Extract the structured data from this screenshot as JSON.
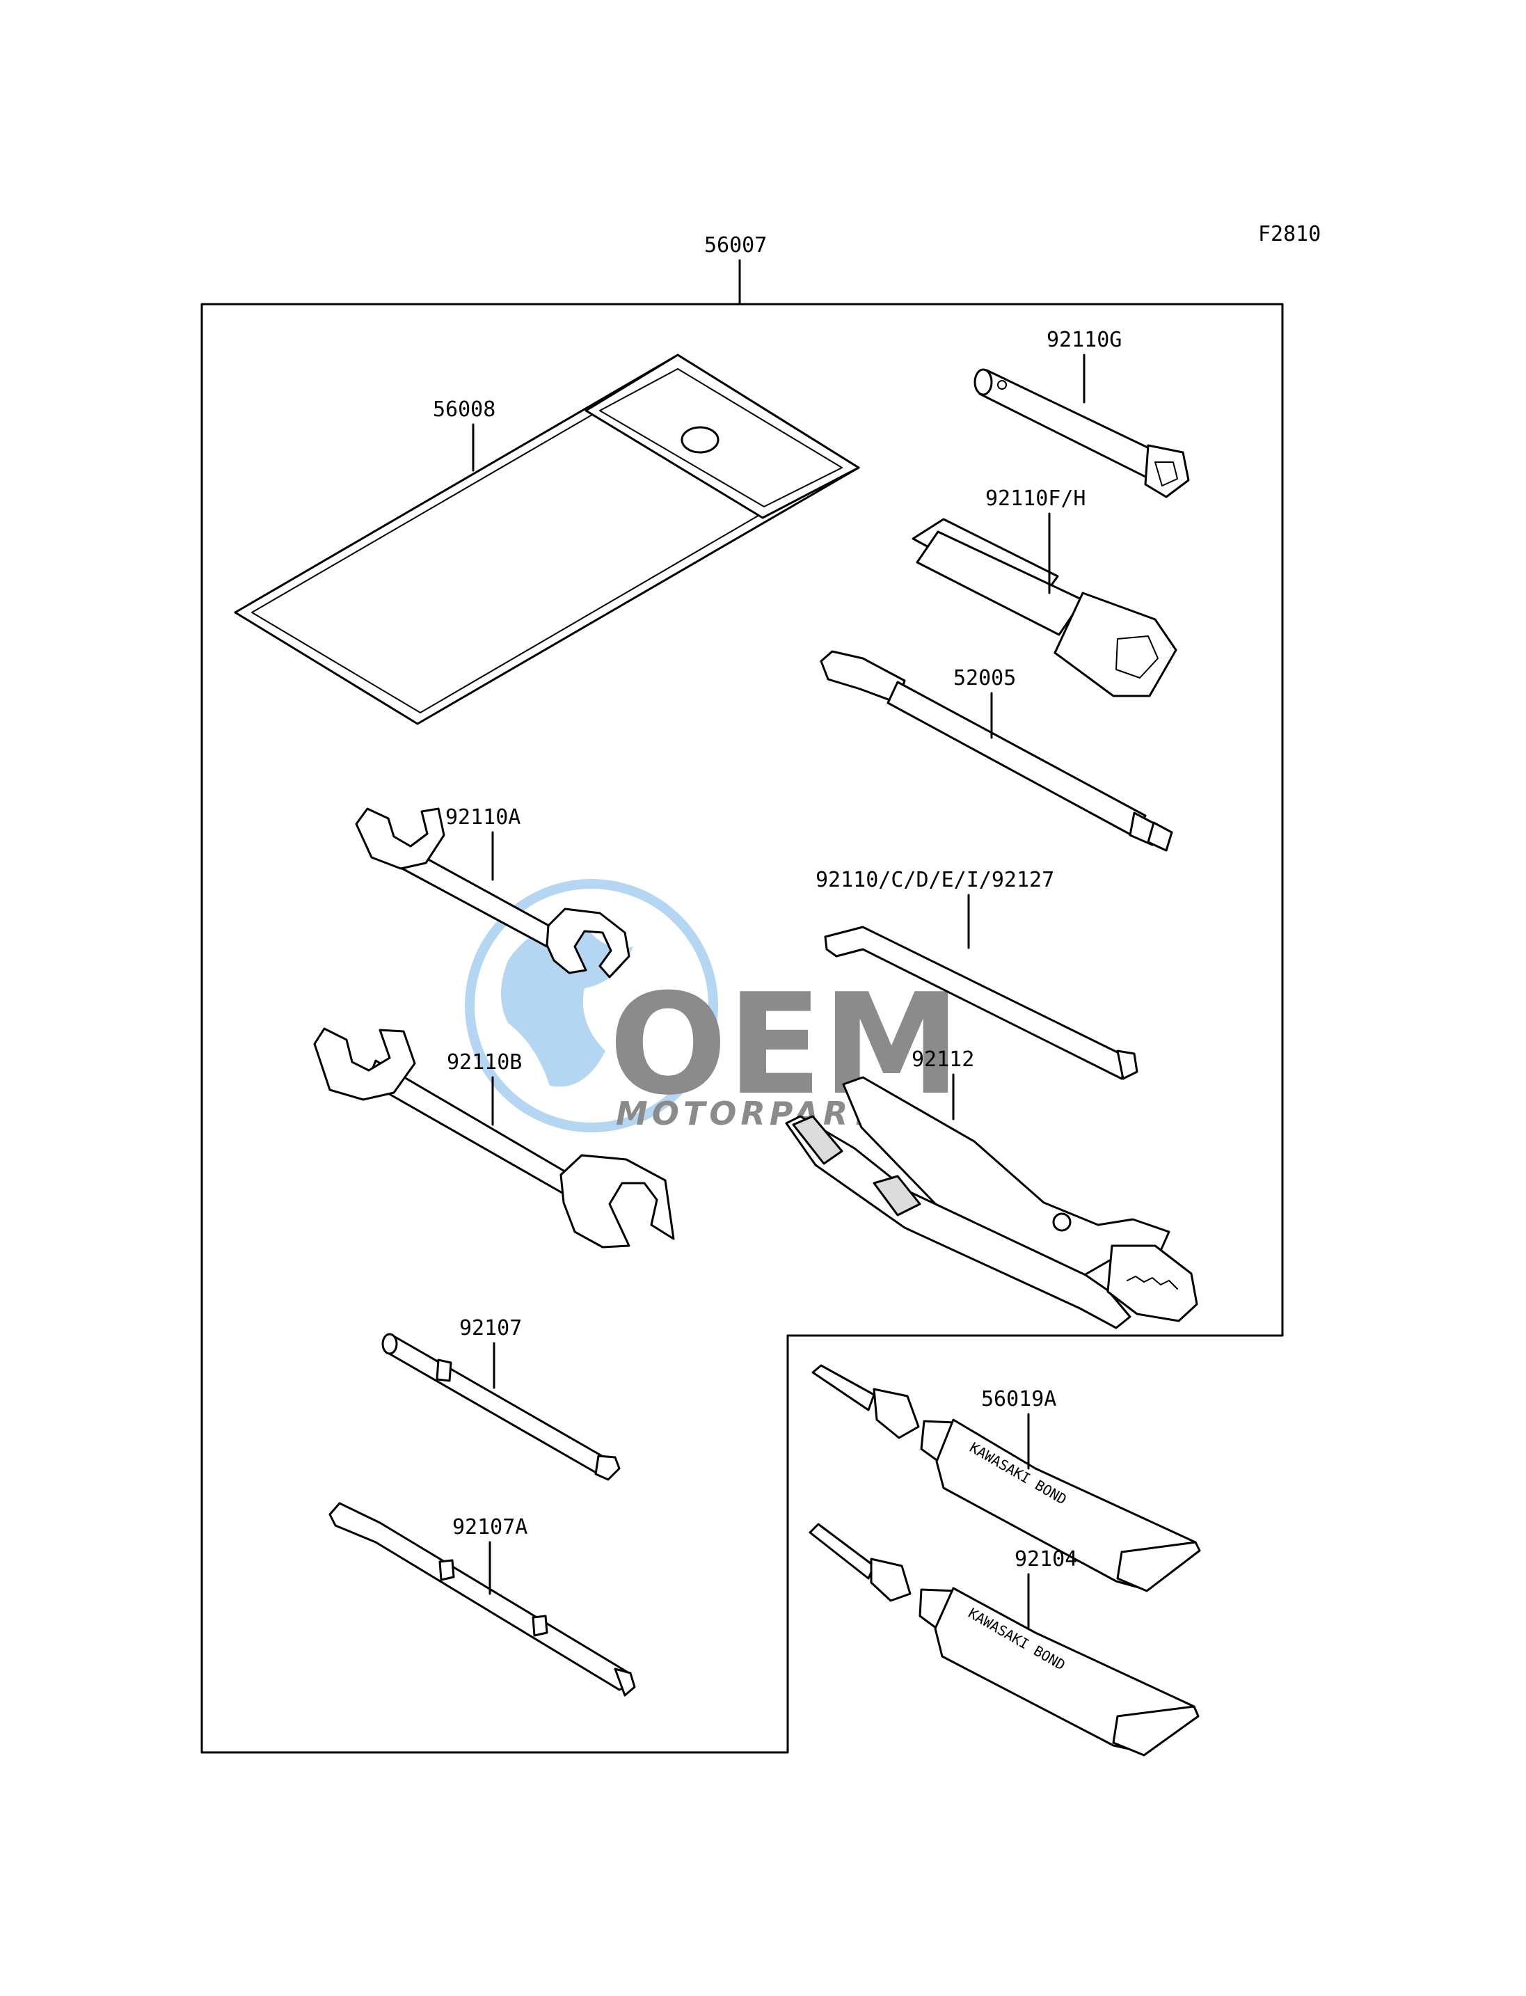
{
  "figure_code": "F2810",
  "kit_number": "56007",
  "parts": {
    "tool_bag": "56008",
    "plug_wrench_small": "92110G",
    "plug_wrench_large": "92110F/H",
    "tire_gauge": "52005",
    "wrench_small": "92110A",
    "hex_keys": "92110/C/D/E/I/92127",
    "wrench_large": "92110B",
    "pliers": "92112",
    "screwdriver_phillips": "92107",
    "screwdriver_double": "92107A",
    "bond_tube_1": "56019A",
    "bond_tube_2": "92104"
  },
  "tube_print": "KAWASAKI BOND",
  "watermark": {
    "logo": "OEM",
    "subtitle": "MOTORPARTS",
    "colors": {
      "globe": "#5aa6e6",
      "letters": "#8a8a8a"
    }
  }
}
